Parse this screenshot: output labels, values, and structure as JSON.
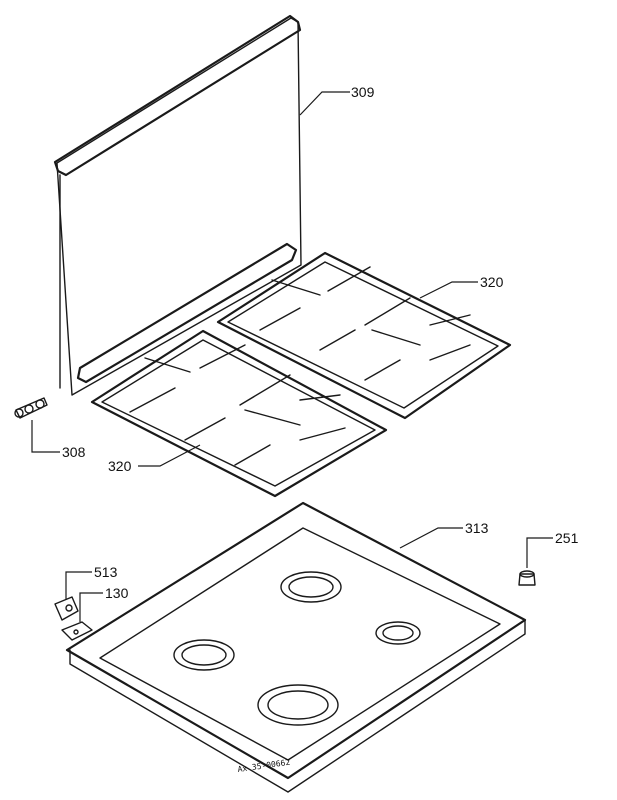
{
  "labels": {
    "glass_lid": "309",
    "grid_right": "320",
    "grid_left": "320",
    "connector": "308",
    "hob_top": "313",
    "knob": "251",
    "hinge": "513",
    "bracket": "130"
  },
  "reference_code": "Ax 35-00662"
}
